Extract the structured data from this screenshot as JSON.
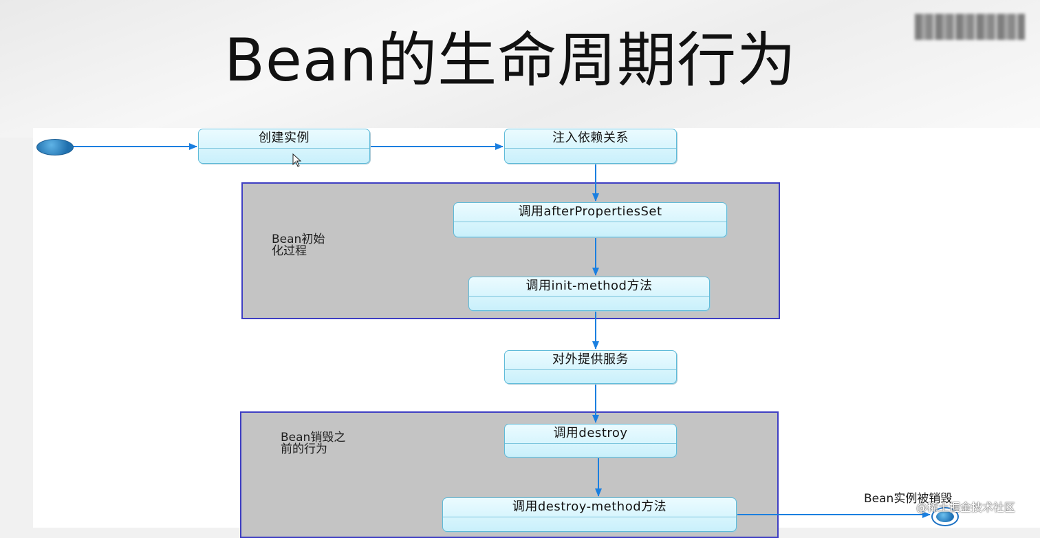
{
  "title": "Bean的生命周期行为",
  "regions": {
    "init": {
      "label": "Bean初始\n化过程"
    },
    "destroy": {
      "label": "Bean销毁之\n前的行为"
    }
  },
  "states": {
    "create_instance": "创建实例",
    "inject_dependencies": "注入依赖关系",
    "call_after_properties_set": "调用afterPropertiesSet",
    "call_init_method": "调用init-method方法",
    "provide_service": "对外提供服务",
    "call_destroy": "调用destroy",
    "call_destroy_method": "调用destroy-method方法"
  },
  "end_label": "Bean实例被销毁",
  "watermark": "@稀土掘金技术社区",
  "colors": {
    "state_fill": "#c9f0fb",
    "state_border": "#5fbbd9",
    "region_fill": "#c4c4c4",
    "region_border": "#3e3ec3",
    "arrow": "#1a7fe0"
  }
}
